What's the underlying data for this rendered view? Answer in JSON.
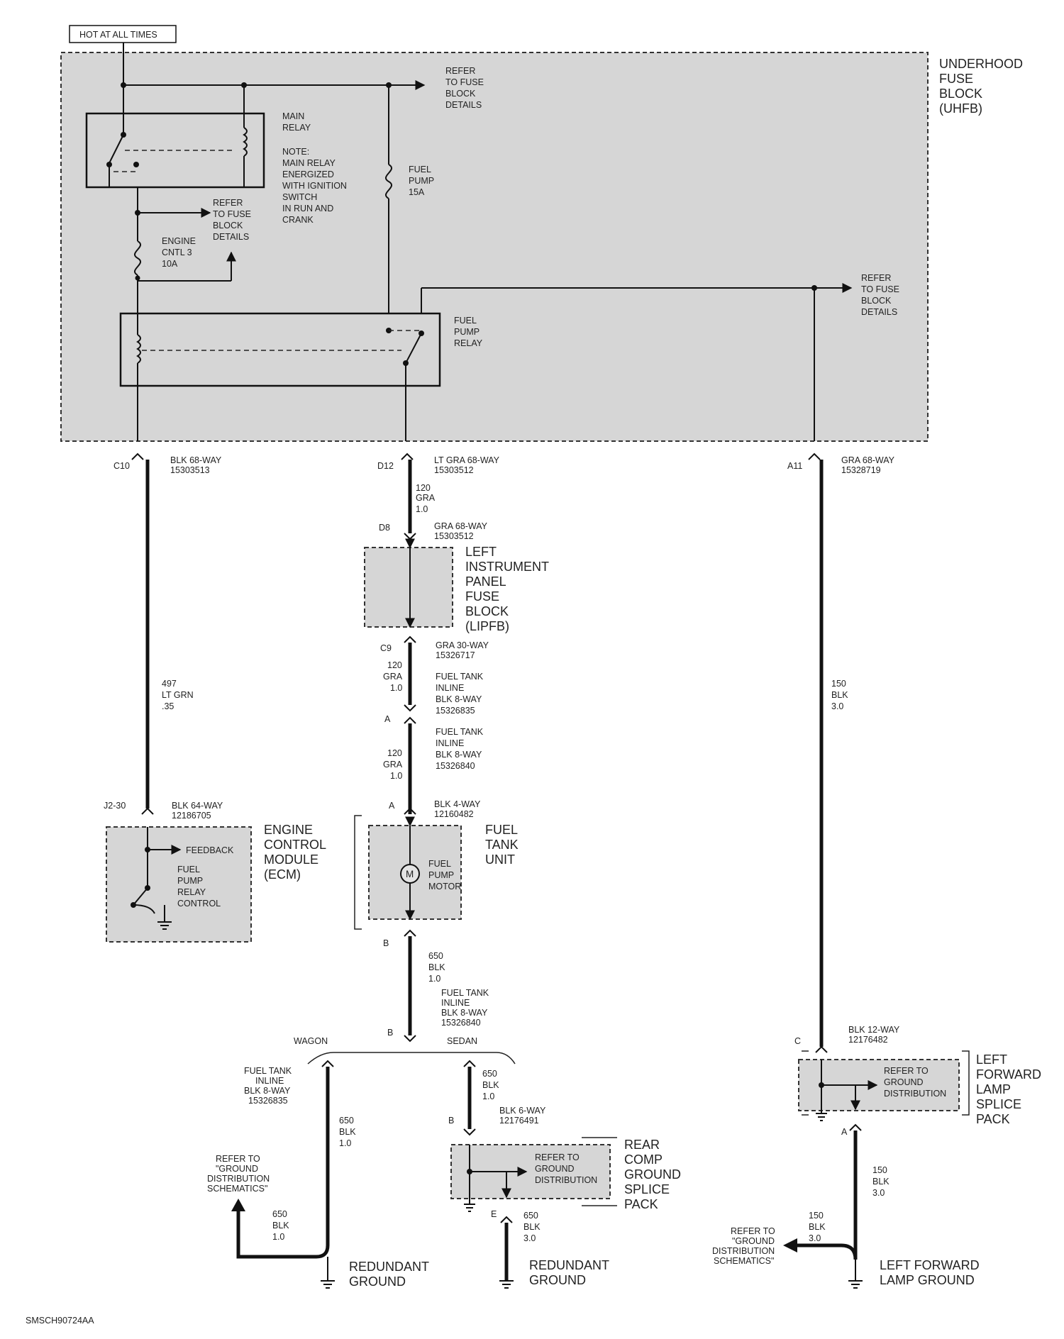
{
  "hot_label": "HOT AT ALL TIMES",
  "uhfb": {
    "name": [
      "UNDERHOOD",
      "FUSE",
      "BLOCK",
      "(UHFB)"
    ]
  },
  "refer_fuse_block": [
    "REFER",
    "TO FUSE",
    "BLOCK",
    "DETAILS"
  ],
  "main_relay": {
    "label": [
      "MAIN",
      "RELAY"
    ],
    "note": [
      "NOTE:",
      "MAIN RELAY",
      "ENERGIZED",
      "WITH IGNITION",
      "SWITCH",
      "IN RUN AND",
      "CRANK"
    ]
  },
  "fuel_pump_fuse": [
    "FUEL",
    "PUMP",
    "15A"
  ],
  "engine_fuse": [
    "ENGINE",
    "CNTL 3",
    "10A"
  ],
  "fuel_pump_relay": [
    "FUEL",
    "PUMP",
    "RELAY"
  ],
  "conn_c10": {
    "pin": "C10",
    "desc": [
      "BLK 68-WAY",
      "15303513"
    ]
  },
  "conn_d12": {
    "pin": "D12",
    "desc": [
      "LT GRA 68-WAY",
      "15303512"
    ]
  },
  "conn_a11": {
    "pin": "A11",
    "desc": [
      "GRA 68-WAY",
      "15328719"
    ]
  },
  "wire_120_a": [
    "120",
    "GRA",
    "1.0"
  ],
  "conn_d8": {
    "pin": "D8",
    "desc": [
      "GRA 68-WAY",
      "15303512"
    ]
  },
  "lipfb": [
    "LEFT",
    "INSTRUMENT",
    "PANEL",
    "FUSE",
    "BLOCK",
    "(LIPFB)"
  ],
  "conn_c9": {
    "pin": "C9",
    "desc": [
      "GRA 30-WAY",
      "15326717"
    ]
  },
  "wire_120_b": [
    "120",
    "GRA",
    "1.0"
  ],
  "inline1": [
    "FUEL TANK",
    "INLINE",
    "BLK 8-WAY",
    "15326835"
  ],
  "pin_a1": "A",
  "inline2": [
    "FUEL TANK",
    "INLINE",
    "BLK 8-WAY",
    "15326840"
  ],
  "wire_120_c": [
    "120",
    "GRA",
    "1.0"
  ],
  "wire_497": [
    "497",
    "LT GRN",
    ".35"
  ],
  "wire_150_a": [
    "150",
    "BLK",
    "3.0"
  ],
  "conn_j230": {
    "pin": "J2-30",
    "desc": [
      "BLK 64-WAY",
      "12186705"
    ]
  },
  "ecm": {
    "name": [
      "ENGINE",
      "CONTROL",
      "MODULE",
      "(ECM)"
    ],
    "feedback": "FEEDBACK",
    "ctrl": [
      "FUEL",
      "PUMP",
      "RELAY",
      "CONTROL"
    ]
  },
  "conn_fuel_tank": {
    "pin": "A",
    "desc": [
      "BLK 4-WAY",
      "12160482"
    ]
  },
  "fuel_tank_unit": [
    "FUEL",
    "TANK",
    "UNIT"
  ],
  "motor": {
    "symbol": "M",
    "label": [
      "FUEL",
      "PUMP",
      "MOTOR"
    ]
  },
  "pin_b1": "B",
  "wire_650_a": [
    "650",
    "BLK",
    "1.0"
  ],
  "inline3": [
    "FUEL TANK",
    "INLINE",
    "BLK 8-WAY",
    "15326840"
  ],
  "pin_b2": "B",
  "wagon": "WAGON",
  "sedan": "SEDAN",
  "inline4": [
    "FUEL TANK",
    "INLINE",
    "BLK 8-WAY",
    "15326835"
  ],
  "wire_650_b": [
    "650",
    "BLK",
    "1.0"
  ],
  "wire_650_c": [
    "650",
    "BLK",
    "1.0"
  ],
  "conn_b_rear": {
    "pin": "B",
    "desc": [
      "BLK 6-WAY",
      "12176491"
    ]
  },
  "rear_splice": [
    "REAR",
    "COMP",
    "GROUND",
    "SPLICE",
    "PACK"
  ],
  "refer_ground_dist": [
    "REFER TO",
    "GROUND",
    "DISTRIBUTION"
  ],
  "refer_ground_schem_l": [
    "REFER TO",
    "\"GROUND",
    "DISTRIBUTION",
    "SCHEMATICS\""
  ],
  "wire_650_d": [
    "650",
    "BLK",
    "1.0"
  ],
  "pin_e": "E",
  "wire_650_e": [
    "650",
    "BLK",
    "3.0"
  ],
  "redundant_ground_1": [
    "REDUNDANT",
    "GROUND"
  ],
  "redundant_ground_2": [
    "REDUNDANT",
    "GROUND"
  ],
  "conn_c_lf": {
    "pin": "C",
    "desc": [
      "BLK 12-WAY",
      "12176482"
    ]
  },
  "lf_splice": [
    "LEFT",
    "FORWARD",
    "LAMP",
    "SPLICE",
    "PACK"
  ],
  "pin_a_lf": "A",
  "wire_150_b": [
    "150",
    "BLK",
    "3.0"
  ],
  "wire_150_c": [
    "150",
    "BLK",
    "3.0"
  ],
  "refer_ground_schem_r": [
    "REFER TO",
    "\"GROUND",
    "DISTRIBUTION",
    "SCHEMATICS\""
  ],
  "lf_lamp_ground": [
    "LEFT FORWARD",
    "LAMP GROUND"
  ],
  "doc_id": "SMSCH90724AA"
}
